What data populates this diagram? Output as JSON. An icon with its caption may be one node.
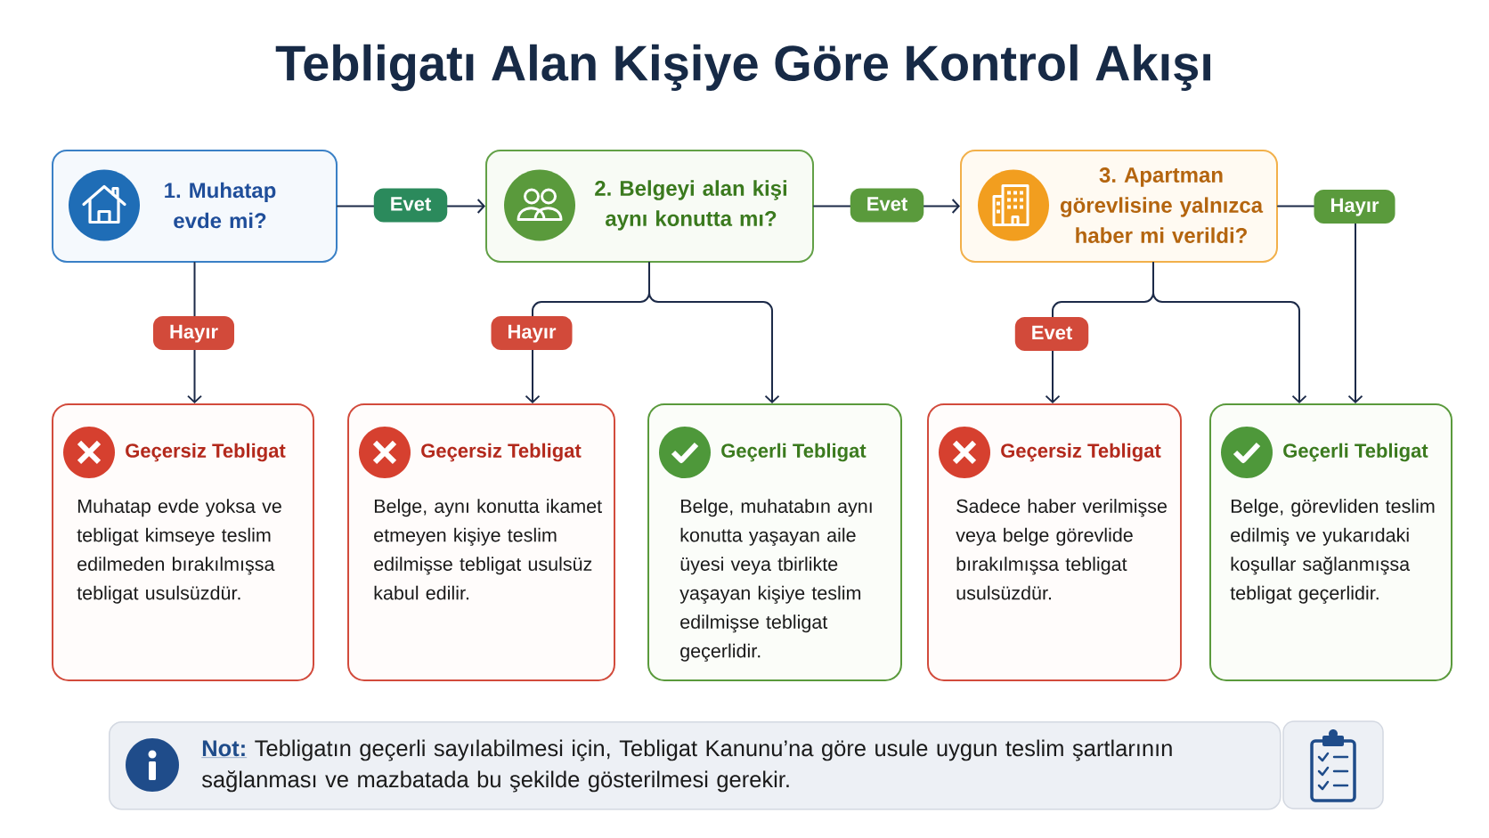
{
  "diagram": {
    "title": "Tebligatı Alan Kişiye Göre Kontrol Akışı",
    "nodes": [
      {
        "text": [
          "1. Muhatap evde mi?"
        ]
      },
      {
        "text": [
          "2. Belgeyi alan kişi aynı konutta mı?"
        ]
      },
      {
        "text": [
          "3. Apartman görevlisine yalnızca haber mi verildi?"
        ]
      },
      {
        "text": [
          "Geçersiz Tebligat",
          "Muhatap evde yoksa ve tebligat kimseye teslim edilmeden bırakılmışsa tebligat usulsüzdür."
        ]
      },
      {
        "text": [
          "Geçersiz Tebligat",
          "Belge, aynı konutta ikamet etmeyen kişiye teslim edilmişse tebligat usulsüz kabul edilir."
        ]
      },
      {
        "text": [
          "Geçerli Tebligat",
          "Belge, muhatabın aynı konutta yaşayan aile üyesi veya tbirlikte yaşayan kişiye teslim edilmişse tebligat geçerlidir."
        ]
      },
      {
        "text": [
          "Geçersiz Tebligat",
          "Sadece haber verilmişse veya belge görevlide bırakılmışsa tebligat usulsüzdür."
        ]
      },
      {
        "text": [
          "Geçerli Tebligat",
          "Belge, görevliden teslim edilmiş ve yukarıdaki koşullar sağlanmışsa tebligat geçerlidir."
        ]
      },
      {
        "text": [
          "Not:",
          "Tebligatın geçerli sayılabilmesi için, Tebligat Kanunu’na göre usule uygun teslim şartlarının sağlanması ve mazbatada bu şekilde gösterilmesi gerekir."
        ]
      }
    ],
    "edges": [
      {
        "from": 0,
        "to": 1,
        "arrow": "to",
        "label": "Evet"
      },
      {
        "from": 0,
        "to": 3,
        "arrow": "to",
        "label": "Hayır"
      },
      {
        "from": 1,
        "to": 2,
        "arrow": "to",
        "label": "Evet"
      },
      {
        "from": 1,
        "to": 4,
        "arrow": "to",
        "label": "Hayır"
      },
      {
        "from": 1,
        "to": 5,
        "arrow": "to"
      },
      {
        "from": 2,
        "to": 6,
        "arrow": "to",
        "label": "Evet"
      },
      {
        "from": 2,
        "to": 7,
        "arrow": "to"
      },
      {
        "from": 2,
        "to": 7,
        "arrow": "to",
        "label": "Hayır"
      }
    ]
  }
}
